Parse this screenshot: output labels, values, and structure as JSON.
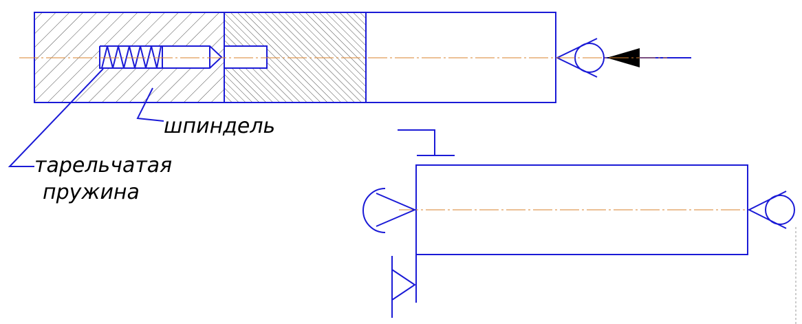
{
  "labels": {
    "spindle": "шпиндель",
    "spring_line1": "тарельчатая",
    "spring_line2": "пружина"
  },
  "colors": {
    "outline": "#1a1ad6",
    "axis": "#d9822b",
    "hatch": "#000000",
    "background": "#ffffff"
  }
}
